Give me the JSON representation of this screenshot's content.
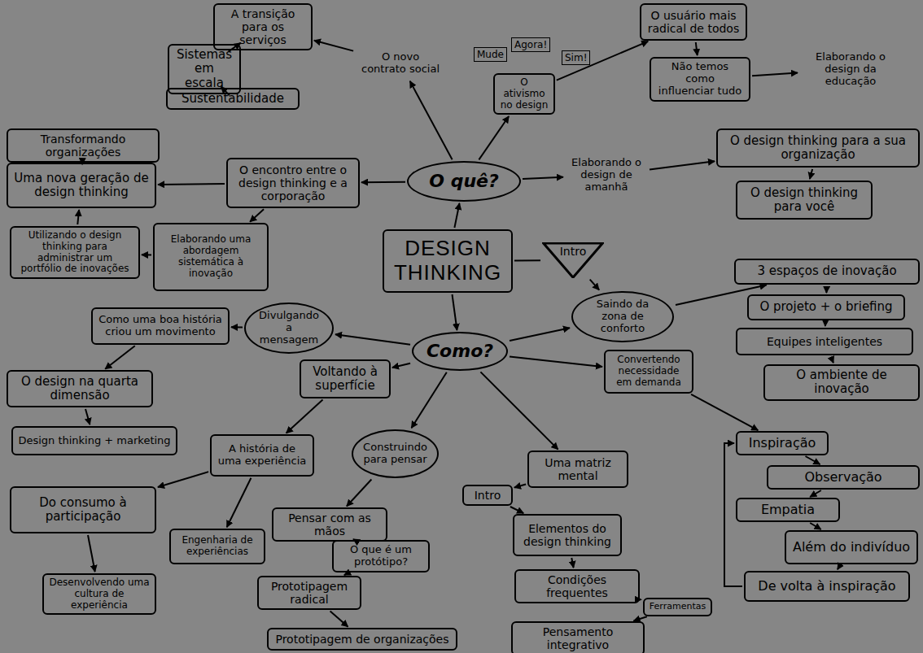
{
  "diagram": {
    "nodes": [
      {
        "text": [
          "DESIGN THINKING"
        ]
      },
      {
        "text": [
          "O quê?"
        ]
      },
      {
        "text": [
          "Como?"
        ]
      },
      {
        "text": [
          "Intro"
        ]
      },
      {
        "text": [
          "A transição para os serviços"
        ]
      },
      {
        "text": [
          "Sistemas em escala"
        ]
      },
      {
        "text": [
          "Sustentabilidade"
        ]
      },
      {
        "text": [
          "O novo contrato social"
        ]
      },
      {
        "text": [
          "O ativismo no design"
        ]
      },
      {
        "text": [
          "O usuário mais radical de todos"
        ]
      },
      {
        "text": [
          "Não temos como influenciar tudo"
        ]
      },
      {
        "text": [
          "Elaborando o design da educação"
        ]
      },
      {
        "text": [
          "Elaborando o design de amanhã"
        ]
      },
      {
        "text": [
          "O design thinking para a sua organização"
        ]
      },
      {
        "text": [
          "O design thinking para você"
        ]
      },
      {
        "text": [
          "O encontro entre o design thinking e a corporação"
        ]
      },
      {
        "text": [
          "Transformando organizações"
        ]
      },
      {
        "text": [
          "Uma nova geração de design thinking"
        ]
      },
      {
        "text": [
          "Utilizando o design thinking para administrar um portfólio de inovações"
        ]
      },
      {
        "text": [
          "Elaborando uma abordagem sistemática à inovação"
        ]
      },
      {
        "text": [
          "Divulgando a mensagem"
        ]
      },
      {
        "text": [
          "Como uma boa história criou um movimento"
        ]
      },
      {
        "text": [
          "O design na quarta dimensão"
        ]
      },
      {
        "text": [
          "Voltando à superfície"
        ]
      },
      {
        "text": [
          "Design thinking + marketing"
        ]
      },
      {
        "text": [
          "A história de uma experiência"
        ]
      },
      {
        "text": [
          "Construindo para pensar"
        ]
      },
      {
        "text": [
          "Do consumo à participação"
        ]
      },
      {
        "text": [
          "Engenharia de experiências"
        ]
      },
      {
        "text": [
          "Desenvolvendo uma cultura de experiência"
        ]
      },
      {
        "text": [
          "Pensar com as mãos"
        ]
      },
      {
        "text": [
          "O que é um protótipo?"
        ]
      },
      {
        "text": [
          "Prototipagem radical"
        ]
      },
      {
        "text": [
          "Prototipagem de organizações"
        ]
      },
      {
        "text": [
          "Uma matriz mental"
        ]
      },
      {
        "text": [
          "Intro"
        ]
      },
      {
        "text": [
          "Elementos do design thinking"
        ]
      },
      {
        "text": [
          "Condições frequentes"
        ]
      },
      {
        "text": [
          "Ferramentas"
        ]
      },
      {
        "text": [
          "Pensamento integrativo"
        ]
      },
      {
        "text": [
          "Saindo da zona de conforto"
        ]
      },
      {
        "text": [
          "3 espaços de inovação"
        ]
      },
      {
        "text": [
          "O projeto + o briefing"
        ]
      },
      {
        "text": [
          "Equipes inteligentes"
        ]
      },
      {
        "text": [
          "O ambiente de inovação"
        ]
      },
      {
        "text": [
          "Convertendo necessidade em demanda"
        ]
      },
      {
        "text": [
          "Inspiração"
        ]
      },
      {
        "text": [
          "Observação"
        ]
      },
      {
        "text": [
          "Empatia"
        ]
      },
      {
        "text": [
          "Além do indivíduo"
        ]
      },
      {
        "text": [
          "De volta à inspiração"
        ]
      }
    ],
    "edges": [
      {
        "from": 0,
        "to": 1,
        "arrow": "to"
      },
      {
        "from": 0,
        "to": 2,
        "arrow": "to"
      },
      {
        "from": 0,
        "to": 3,
        "arrow": "none"
      },
      {
        "from": 1,
        "to": 15,
        "arrow": "to"
      },
      {
        "from": 1,
        "to": 7,
        "arrow": "to"
      },
      {
        "from": 1,
        "to": 8,
        "arrow": "to"
      },
      {
        "from": 1,
        "to": 12,
        "arrow": "to"
      },
      {
        "from": 7,
        "to": 4,
        "arrow": "to"
      },
      {
        "from": 4,
        "to": 5,
        "arrow": "to"
      },
      {
        "from": 5,
        "to": 6,
        "arrow": "to"
      },
      {
        "from": 8,
        "to": 9,
        "arrow": "to"
      },
      {
        "from": 9,
        "to": 10,
        "arrow": "to"
      },
      {
        "from": 10,
        "to": 11,
        "arrow": "to"
      },
      {
        "from": 12,
        "to": 13,
        "arrow": "to"
      },
      {
        "from": 13,
        "to": 14,
        "arrow": "to"
      },
      {
        "from": 15,
        "to": 17,
        "arrow": "to"
      },
      {
        "from": 17,
        "to": 16,
        "arrow": "to"
      },
      {
        "from": 18,
        "to": 17,
        "arrow": "to"
      },
      {
        "from": 19,
        "to": 18,
        "arrow": "to"
      },
      {
        "from": 15,
        "to": 19,
        "arrow": "to"
      },
      {
        "from": 3,
        "to": 40,
        "arrow": "to"
      },
      {
        "from": 2,
        "to": 20,
        "arrow": "to"
      },
      {
        "from": 20,
        "to": 21,
        "arrow": "to"
      },
      {
        "from": 21,
        "to": 22,
        "arrow": "to"
      },
      {
        "from": 22,
        "to": 24,
        "arrow": "to"
      },
      {
        "from": 2,
        "to": 23,
        "arrow": "to"
      },
      {
        "from": 23,
        "to": 25,
        "arrow": "to"
      },
      {
        "from": 25,
        "to": 27,
        "arrow": "to"
      },
      {
        "from": 25,
        "to": 28,
        "arrow": "to"
      },
      {
        "from": 27,
        "to": 29,
        "arrow": "to"
      },
      {
        "from": 2,
        "to": 26,
        "arrow": "to"
      },
      {
        "from": 26,
        "to": 30,
        "arrow": "to"
      },
      {
        "from": 30,
        "to": 31,
        "arrow": "to"
      },
      {
        "from": 31,
        "to": 32,
        "arrow": "to"
      },
      {
        "from": 32,
        "to": 33,
        "arrow": "to"
      },
      {
        "from": 2,
        "to": 34,
        "arrow": "to"
      },
      {
        "from": 34,
        "to": 35,
        "arrow": "to"
      },
      {
        "from": 35,
        "to": 36,
        "arrow": "to"
      },
      {
        "from": 36,
        "to": 37,
        "arrow": "to"
      },
      {
        "from": 37,
        "to": 38,
        "arrow": "to"
      },
      {
        "from": 38,
        "to": 39,
        "arrow": "to"
      },
      {
        "from": 2,
        "to": 40,
        "arrow": "to"
      },
      {
        "from": 40,
        "to": 41,
        "arrow": "to"
      },
      {
        "from": 41,
        "to": 42,
        "arrow": "to"
      },
      {
        "from": 42,
        "to": 43,
        "arrow": "to"
      },
      {
        "from": 43,
        "to": 44,
        "arrow": "to"
      },
      {
        "from": 2,
        "to": 45,
        "arrow": "to"
      },
      {
        "from": 45,
        "to": 46,
        "arrow": "to"
      },
      {
        "from": 46,
        "to": 47,
        "arrow": "to"
      },
      {
        "from": 47,
        "to": 48,
        "arrow": "to"
      },
      {
        "from": 48,
        "to": 49,
        "arrow": "to"
      },
      {
        "from": 49,
        "to": 50,
        "arrow": "to"
      },
      {
        "from": 50,
        "to": 46,
        "arrow": "to"
      }
    ],
    "labels": [
      "Mude",
      "Agora!",
      "Sim!"
    ]
  }
}
